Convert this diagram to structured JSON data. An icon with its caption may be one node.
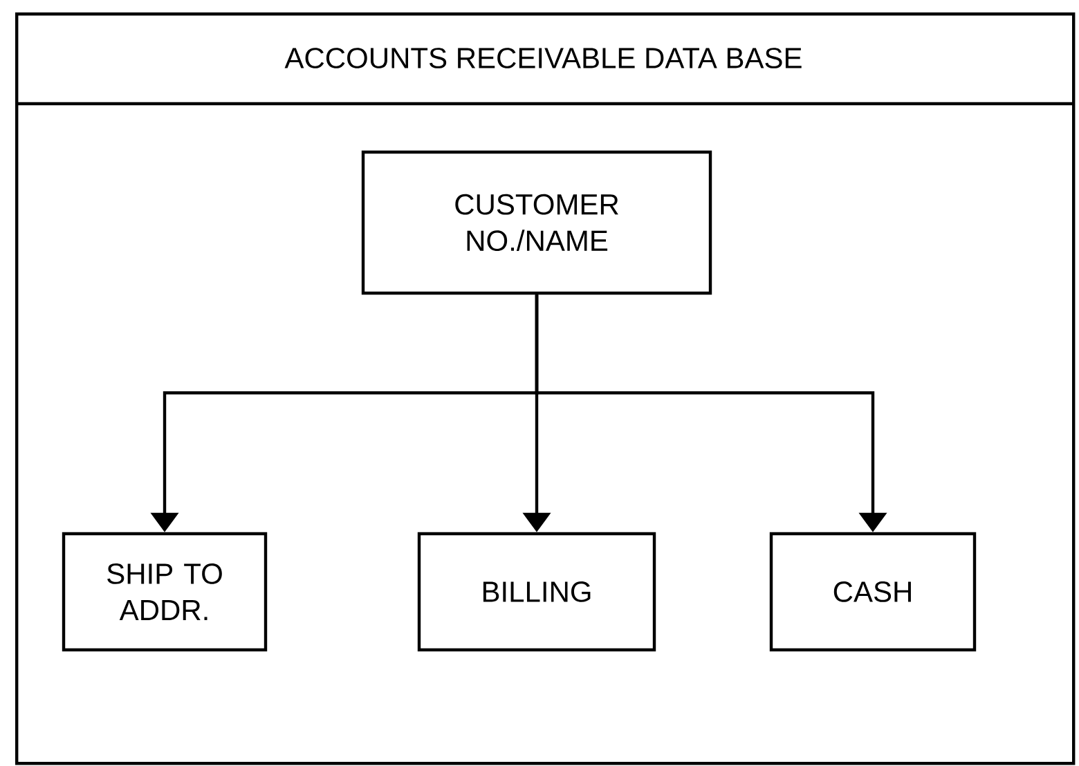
{
  "diagram": {
    "nodes": [
      {
        "text": [
          "ACCOUNTS RECEIVABLE DATA BASE"
        ]
      },
      {
        "text": [
          "CUSTOMER NO./NAME"
        ],
        "in": 0
      },
      {
        "text": [
          "SHIP TO ADDR."
        ],
        "in": 0
      },
      {
        "text": [
          "BILLING"
        ],
        "in": 0
      },
      {
        "text": [
          "CASH"
        ],
        "in": 0
      }
    ],
    "edges": [
      {
        "from": 1,
        "to": 2,
        "arrow": "to"
      },
      {
        "from": 1,
        "to": 3,
        "arrow": "to"
      },
      {
        "from": 1,
        "to": 4,
        "arrow": "to"
      }
    ]
  }
}
